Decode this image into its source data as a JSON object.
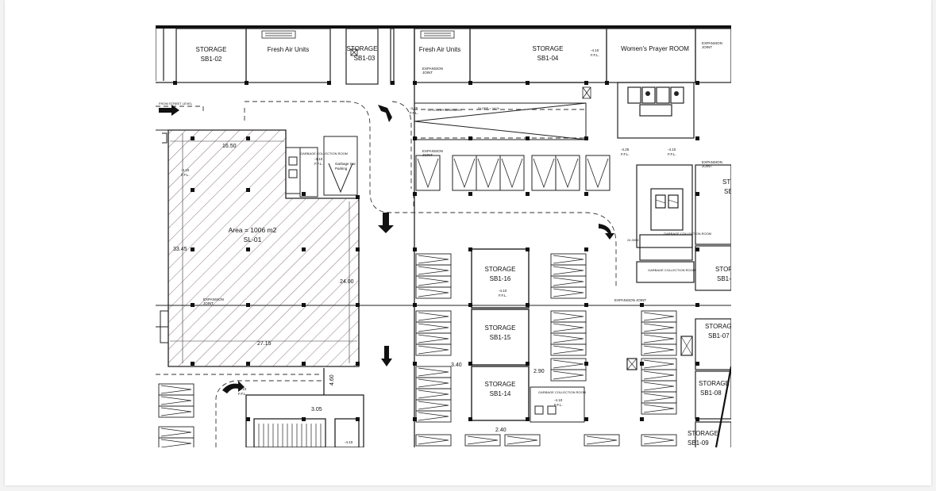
{
  "plan": {
    "rooms": {
      "storage_sb1_02": {
        "line1": "STORAGE",
        "line2": "SB1-02"
      },
      "fresh_air_1": "Fresh Air Units",
      "storage_sb1_03": {
        "line1": "STORAGE",
        "line2": "SB1-03"
      },
      "fresh_air_2": "Fresh Air Units",
      "storage_sb1_04": {
        "line1": "STORAGE",
        "line2": "SB1-04"
      },
      "prayer_room": "Women's Prayer ROOM",
      "storage_sb1_16": {
        "line1": "STORAGE",
        "line2": "SB1-16"
      },
      "storage_sb1_15": {
        "line1": "STORAGE",
        "line2": "SB1-15"
      },
      "storage_sb1_14": {
        "line1": "STORAGE",
        "line2": "SB1-14"
      },
      "storage_sb1_07": {
        "line1": "STORAGE",
        "line2": "SB1-07"
      },
      "storage_sb1_08": {
        "line1": "STORAGE",
        "line2": "SB1-08"
      },
      "storage_sb1_09": {
        "line1": "STORAGE",
        "line2": "SB1-09"
      },
      "storage_right_top": {
        "line1": "ST",
        "line2": "SB"
      },
      "storage_right_mid": {
        "line1": "STOR",
        "line2": "SB1-"
      }
    },
    "area": {
      "line1": "Area = 1006 m2",
      "line2": "SL-01"
    },
    "dimensions": {
      "top": "16.50",
      "left": "33.45",
      "right": "24.00",
      "bottom": "27.15",
      "d340": "3.40",
      "d290": "2.90",
      "d240": "2.40",
      "d305": "3.05",
      "d460": "4.60"
    },
    "notes": {
      "from_street": "FROM STREET LEVEL",
      "to_lower": "TO LOWER BASEMENT",
      "slope": "SLOPE = 14 %",
      "expansion_joint": "EXPANSION JOINT",
      "expansion": "EXPANSION",
      "joint": "JOINT",
      "garbage_collection": "GARBAGE COLLECTION ROOM",
      "garbage_ramp_1": "Garbage Car",
      "garbage_ramp_2": "Parking",
      "ffl": "F.F.L.",
      "lvl_410": "-4.10",
      "lvl_425": "-4.25",
      "lvl_24": "24.3000"
    }
  }
}
